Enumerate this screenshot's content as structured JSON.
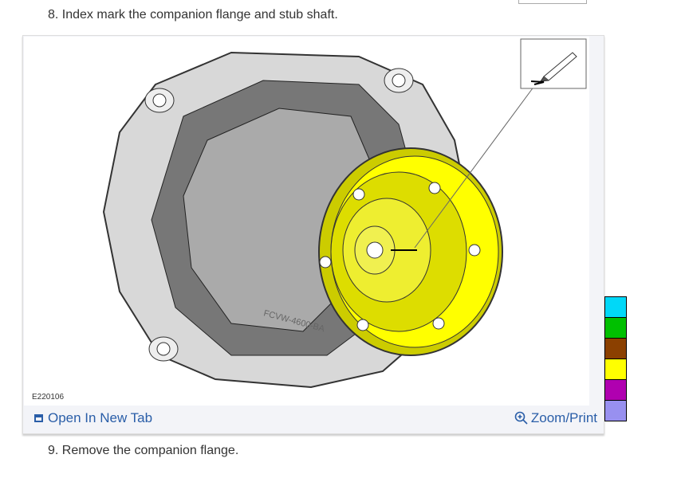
{
  "steps": {
    "step8": "8. Index mark the companion flange and stub shaft.",
    "step9": "9. Remove the companion flange."
  },
  "figure": {
    "id": "E220106",
    "stamp_text": "FCVW-4600-BA",
    "icon": "marker-pen-icon"
  },
  "footer": {
    "open_label": "Open In New Tab",
    "zoom_label": "Zoom/Print",
    "open_icon": "open-new-tab-icon",
    "zoom_icon": "zoom-in-icon"
  },
  "color_swatches": [
    "#00d8f8",
    "#00c000",
    "#8b4000",
    "#ffff00",
    "#b000b0",
    "#9890f0"
  ]
}
